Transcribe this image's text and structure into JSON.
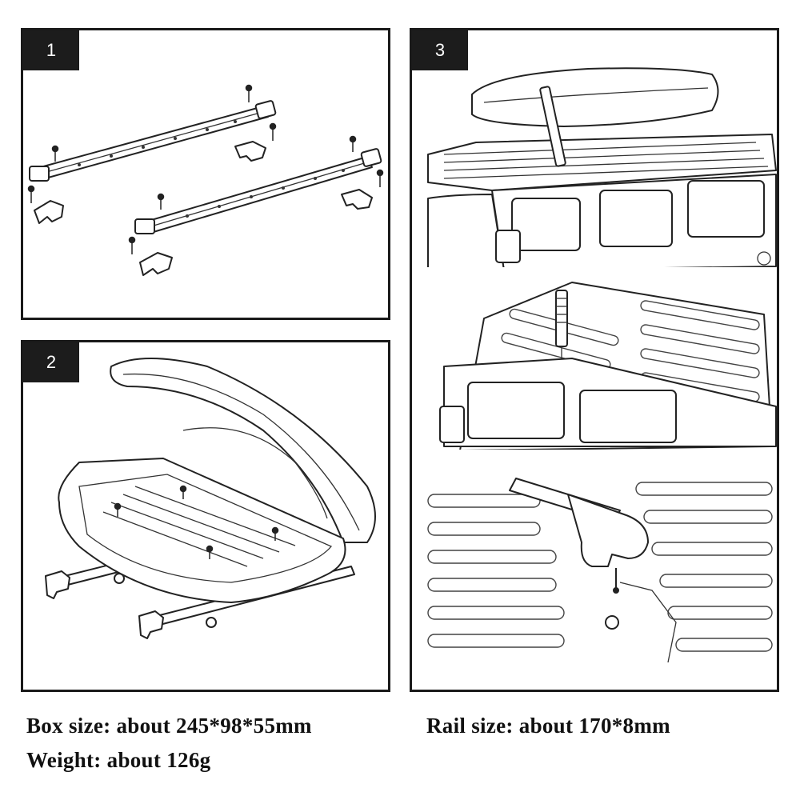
{
  "steps": [
    {
      "number": "1"
    },
    {
      "number": "2"
    },
    {
      "number": "3"
    }
  ],
  "specs": {
    "box_size": "Box size: about 245*98*55mm",
    "rail_size": "Rail size: about 170*8mm",
    "weight": "Weight: about 126g"
  }
}
